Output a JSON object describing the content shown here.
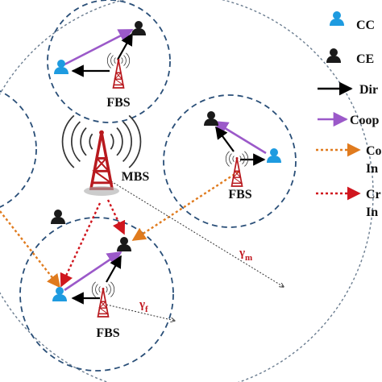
{
  "labels": {
    "fbs_top": "FBS",
    "fbs_right": "FBS",
    "fbs_bottom": "FBS",
    "mbs": "MBS"
  },
  "gamma": {
    "m_base": "γ",
    "m_sub": "m",
    "f_base": "γ",
    "f_sub": "f"
  },
  "legend": {
    "item1": "CC",
    "item2": "CE",
    "item3": "Dir",
    "item4": "Coop",
    "item5_line1": "Co",
    "item5_line2": "In",
    "item6_line1": "Cr",
    "item6_line2": "In"
  },
  "icons": {
    "cooperative_user": "cc-user-icon",
    "cell_edge_user": "ce-user-icon",
    "base_station": "antenna-tower-icon"
  },
  "colors": {
    "cc_user": "#1e9be0",
    "ce_user": "#1a1a1a",
    "direct": "#000000",
    "cooperative": "#9b59c9",
    "co_interference": "#e07b1e",
    "cross_interference": "#d0161e",
    "tower": "#b8191e",
    "gamma_text": "#c0141c",
    "dashed_circle": "#2a4f78"
  }
}
